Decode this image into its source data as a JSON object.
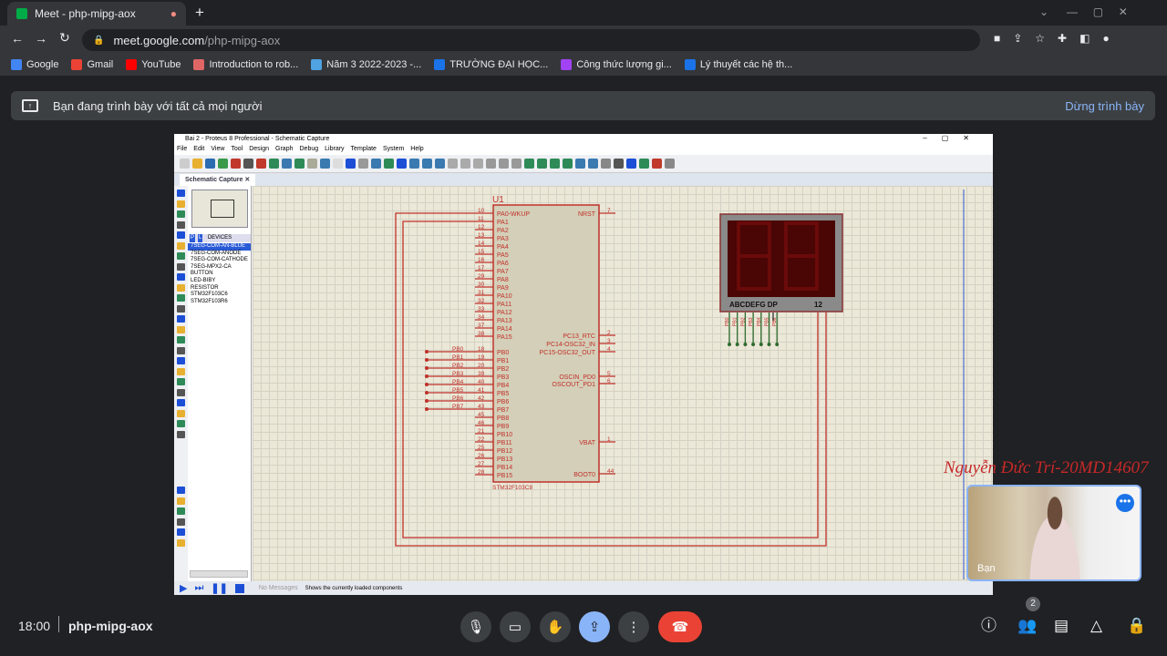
{
  "browser": {
    "tab_title": "Meet - php-mipg-aox",
    "url_host": "meet.google.com",
    "url_path": "/php-mipg-aox",
    "bookmarks": [
      {
        "label": "Google",
        "color": "#4285f4"
      },
      {
        "label": "Gmail",
        "color": "#ea4335"
      },
      {
        "label": "YouTube",
        "color": "#ff0000"
      },
      {
        "label": "Introduction to rob...",
        "color": "#e06666"
      },
      {
        "label": "Năm 3 2022-2023 -...",
        "color": "#4fa3e0"
      },
      {
        "label": "TRƯỜNG ĐẠI HỌC...",
        "color": "#1a73e8"
      },
      {
        "label": "Công thức lượng gi...",
        "color": "#a142f4"
      },
      {
        "label": "Lý thuyết các hệ th...",
        "color": "#1a73e8"
      }
    ]
  },
  "banner": {
    "text": "Bạn đang trình bày với tất cả mọi người",
    "stop_label": "Dừng trình bày"
  },
  "proteus": {
    "title": "Bai 2 - Proteus 8 Professional - Schematic Capture",
    "menu": [
      "File",
      "Edit",
      "View",
      "Tool",
      "Design",
      "Graph",
      "Debug",
      "Library",
      "Template",
      "System",
      "Help"
    ],
    "tab": "Schematic Capture",
    "devices_header": "DEVICES",
    "devices_tabs": [
      "P",
      "L"
    ],
    "devices": [
      "7SEG-COM-AN-BLUE",
      "7SEG-COM-ANODE",
      "7SEG-COM-CATHODE",
      "7SEG-MPX2-CA",
      "BUTTON",
      "LED-BIBY",
      "RESISTOR",
      "STM32F103C6",
      "STM32F103R6"
    ],
    "selected_device": 0,
    "status_messages": "No Messages",
    "status_hint": "Shows the currently loaded components"
  },
  "schematic": {
    "ref": "U1",
    "part": "STM32F103C8",
    "left_pins_a": [
      [
        "PA0-WKUP",
        "10"
      ],
      [
        "PA1",
        "11"
      ],
      [
        "PA2",
        "12"
      ],
      [
        "PA3",
        "13"
      ],
      [
        "PA4",
        "14"
      ],
      [
        "PA5",
        "15"
      ],
      [
        "PA6",
        "16"
      ],
      [
        "PA7",
        "17"
      ],
      [
        "PA8",
        "29"
      ],
      [
        "PA9",
        "30"
      ],
      [
        "PA10",
        "31"
      ],
      [
        "PA11",
        "32"
      ],
      [
        "PA12",
        "33"
      ],
      [
        "PA13",
        "34"
      ],
      [
        "PA14",
        "37"
      ],
      [
        "PA15",
        "38"
      ]
    ],
    "left_pins_b": [
      [
        "PB0",
        "18"
      ],
      [
        "PB1",
        "19"
      ],
      [
        "PB2",
        "20"
      ],
      [
        "PB3",
        "39"
      ],
      [
        "PB4",
        "40"
      ],
      [
        "PB5",
        "41"
      ],
      [
        "PB6",
        "42"
      ],
      [
        "PB7",
        "43"
      ],
      [
        "PB8",
        "45"
      ],
      [
        "PB9",
        "46"
      ],
      [
        "PB10",
        "21"
      ],
      [
        "PB11",
        "22"
      ],
      [
        "PB12",
        "25"
      ],
      [
        "PB13",
        "26"
      ],
      [
        "PB14",
        "27"
      ],
      [
        "PB15",
        "28"
      ]
    ],
    "right_pins": [
      [
        "NRST",
        "7"
      ],
      [
        "PC13_RTC",
        "2"
      ],
      [
        "PC14-OSC32_IN",
        "3"
      ],
      [
        "PC15-OSC32_OUT",
        "4"
      ],
      [
        "OSCIN_PD0",
        "5"
      ],
      [
        "OSCOUT_PD1",
        "6"
      ],
      [
        "VBAT",
        "1"
      ],
      [
        "BOOT0",
        "44"
      ]
    ],
    "net_labels": [
      "PB0",
      "PB1",
      "PB2",
      "PB3",
      "PB4",
      "PB5",
      "PB6",
      "PB7"
    ],
    "display_pins_label": "ABCDEFG  DP",
    "display_digits_label": "12",
    "display_net_labels": [
      "PB0",
      "PB1",
      "PB2",
      "PB3",
      "PB4",
      "PB5",
      "PB6"
    ]
  },
  "meeting": {
    "watermark": "Nguyễn Đức Trí-20MD14607",
    "self_label": "Bạn",
    "time": "18:00",
    "code": "php-mipg-aox",
    "participants_badge": "2"
  }
}
